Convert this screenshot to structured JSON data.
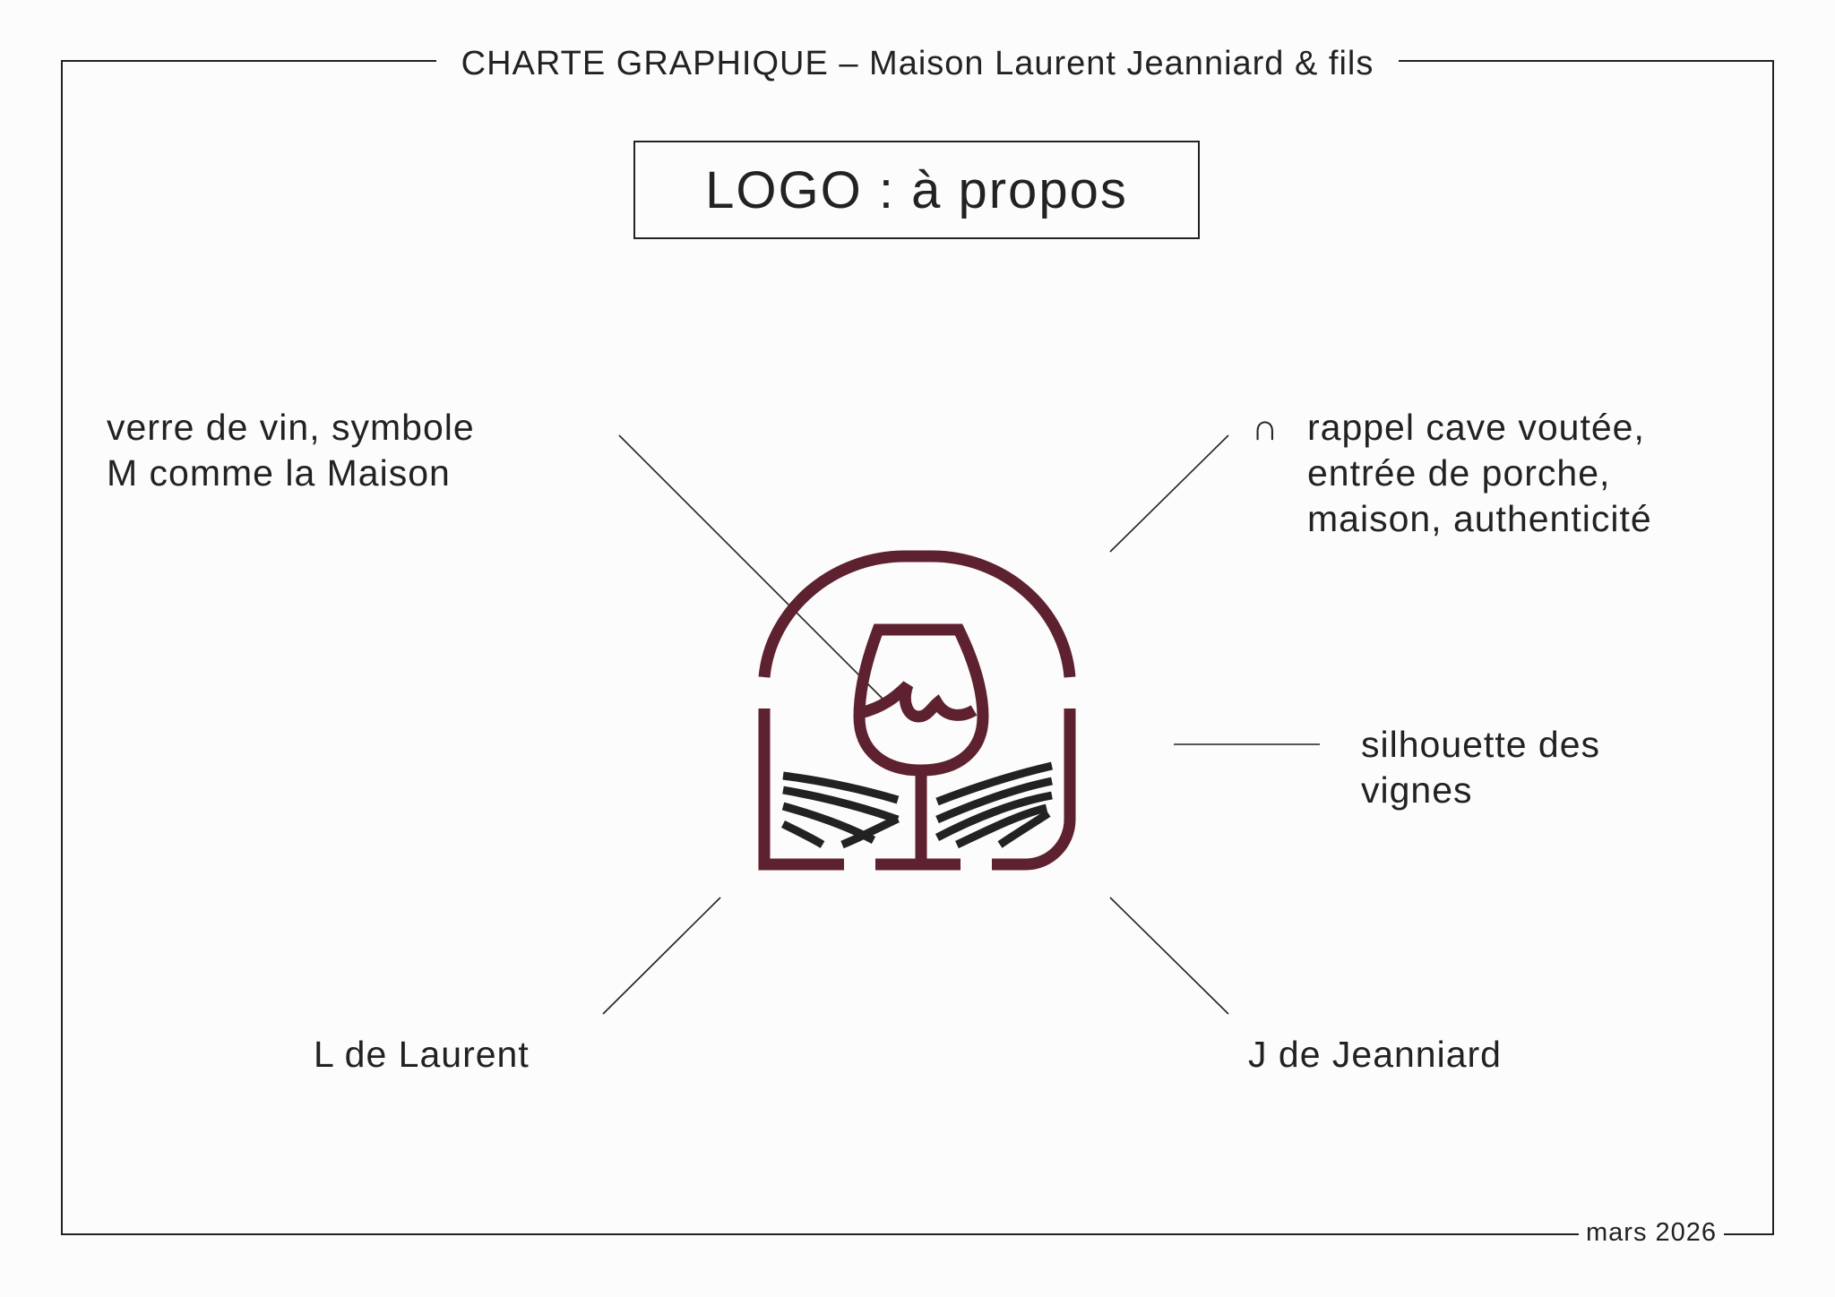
{
  "header": {
    "title": "CHARTE GRAPHIQUE – Maison Laurent Jeanniard & fils"
  },
  "section": {
    "title": "LOGO : à propos"
  },
  "annotations": {
    "glass": [
      "verre de vin, symbole",
      "M comme la Maison"
    ],
    "arch_symbol": "∩",
    "arch": [
      "rappel cave voutée,",
      "entrée de porche,",
      "maison, authenticité"
    ],
    "vines": [
      "silhouette des",
      "vignes"
    ],
    "l_letter": "L de Laurent",
    "j_letter": "J de Jeanniard"
  },
  "footer": {
    "date": "mars 2026"
  },
  "colors": {
    "brand": "#5e2130",
    "ink": "#222222",
    "background": "#fcfcfc"
  }
}
